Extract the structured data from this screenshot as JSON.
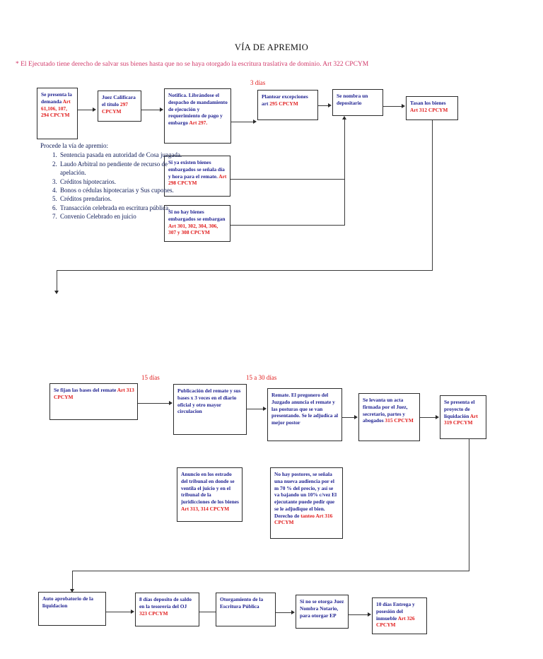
{
  "document": {
    "title": "VÍA DE APREMIO",
    "note": "* El Ejecutado tiene derecho de salvar sus bienes hasta que no se haya otorgado la escritura traslativa de dominio. Art 322 CPCYM"
  },
  "time_labels": {
    "tres_dias": "3 días",
    "quince_dias": "15 días",
    "quince_a_treinta_dias": "15 a 30 días"
  },
  "list": {
    "lead": "Procede la vía de apremio:",
    "items": [
      "Sentencia pasada en autoridad de Cosa juzgada.",
      "Laudo Arbitral no pendiente de recurso de apelación.",
      "Créditos hipotecarios.",
      "Bonos o cédulas hipotecarias y Sus cupones.",
      "Créditos prendarios.",
      "Transacción celebrada en escritura pública.",
      "Convenio Celebrado en juicio"
    ]
  },
  "row1": [
    {
      "id": "demanda",
      "text": "Se  presenta la demanda ",
      "art": "Art 61,106, 107, 294 CPCYM"
    },
    {
      "id": "juez-califica",
      "text": "Juez Calificara el título ",
      "art": "297 CPCYM"
    },
    {
      "id": "notifica",
      "text": "Notifica. Librándose el despacho de mandamiento de ejecución y requerimiento de pago y embargo ",
      "art": "Art 297."
    },
    {
      "id": "excepciones",
      "text": "Plantear excepciones art ",
      "art": "295 CPCYM"
    },
    {
      "id": "depositario",
      "text": "Se nombra un depositario",
      "art": ""
    },
    {
      "id": "tasan-bienes",
      "text": "Tasan los bienes ",
      "art": "Art 312 CPCYM"
    }
  ],
  "row1_branch": [
    {
      "id": "bienes-embargados",
      "text": "Si ya existen bienes embargados se señala día y hora  para el remate. ",
      "art": "Art 298 CPCYM"
    },
    {
      "id": "sin-bienes",
      "text": "Si no hay bienes embargados se embargan ",
      "art": "Art 301, 302, 304, 306, 307 y 308 CPCYM"
    }
  ],
  "row2": [
    {
      "id": "bases-remate",
      "text": "Se fijan las bases del remate ",
      "art": "Art 313 CPCYM"
    },
    {
      "id": "publicacion",
      "text": "Publicación del remate y sus bases x 3 veces en el diario oficial y otro mayor circulacion",
      "art": ""
    },
    {
      "id": "remate",
      "text": "Remate. El pregonero del Juzgado anuncia el remate y las posturas que se van presentando. Se le adjudica al mejor postor",
      "art": ""
    },
    {
      "id": "acta",
      "text": "Se levanta un acta firmada por el Juez, secretario, partes y abogados ",
      "art": "315 CPCYM"
    },
    {
      "id": "liquidacion",
      "text": "Se  presenta el proyecto de liquidación  ",
      "art": "Art 319 CPCYM"
    }
  ],
  "row2_branch": [
    {
      "id": "anuncio-estrado",
      "text": "Anuncio en los estrado del tribunal en donde se ventila el juicio y en el tribunal de la juridicciones  de los bienes ",
      "art": "Art 313, 314 CPCYM"
    },
    {
      "id": "no-postores",
      "text": "No hay postores, se señala una nueva audiencia por el m 70 % del precio, y así se va bajando un 10% c/vez El ejecutante puede pedir que se le adjudique el bien. Derecho de ",
      "art": "tanteo Art 316 CPCYM"
    }
  ],
  "row3": [
    {
      "id": "auto-aprobatorio",
      "text": "Auto aprobatorio de la liquidacion",
      "art": ""
    },
    {
      "id": "deposito",
      "text": "8 días  deposito de saldo en la tesorería del OJ ",
      "art": "323 CPCYM"
    },
    {
      "id": "escritura",
      "text": "Otorgamiento de la Escritura Pública",
      "art": ""
    },
    {
      "id": "notario",
      "text": "Si no se otorga Juez Nombra Notario, para otorgar EP",
      "art": ""
    },
    {
      "id": "posesion",
      "text": "10 días Entrega y posesión del inmueble ",
      "art": "Art 326 CPCYM"
    }
  ],
  "colors": {
    "article_red": "#e01b1b",
    "body_blue": "#1c1f8f",
    "note_pink": "#d23a6a",
    "line": "#3a3a3a"
  }
}
